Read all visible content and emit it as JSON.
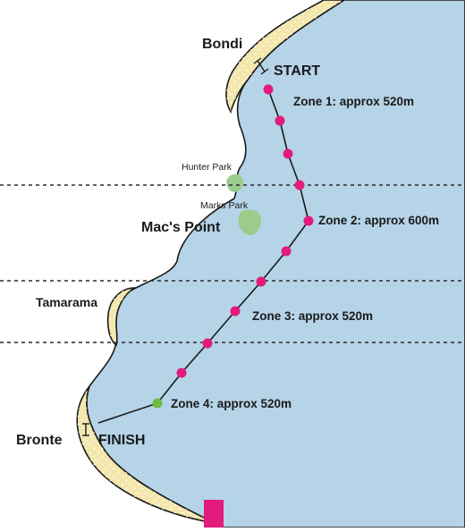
{
  "colors": {
    "land": "#ffffff",
    "sea": "#b6d4e8",
    "beach": "#f3e7ad",
    "coast_outline": "#1a1a1a",
    "park": "#9ccc8c",
    "route": "#1a1a1a",
    "marker": "#e21b7c",
    "marker_last": "#6cba44",
    "zone_divider": "#2a2a2a"
  },
  "places": {
    "bondi": "Bondi",
    "macs_point": "Mac's Point",
    "tamarama": "Tamarama",
    "bronte": "Bronte",
    "hunter_park": "Hunter Park",
    "marks_park": "Marks Park"
  },
  "route": {
    "start": "START",
    "finish": "FINISH"
  },
  "zones": [
    {
      "label": "Zone 1: approx 520m"
    },
    {
      "label": "Zone 2: approx 600m"
    },
    {
      "label": "Zone 3: approx 520m"
    },
    {
      "label": "Zone 4: approx 520m"
    }
  ],
  "icons": {
    "start_marker": "i-beam-marker-icon",
    "finish_marker": "i-beam-marker-icon"
  }
}
